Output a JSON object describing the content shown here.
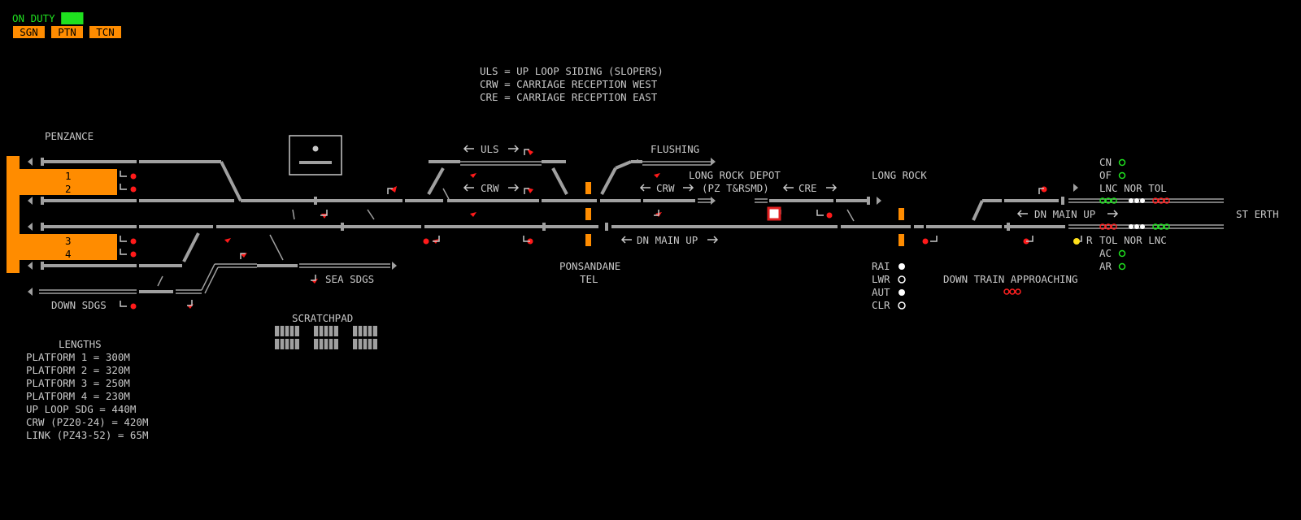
{
  "status": {
    "on_duty": "ON DUTY"
  },
  "buttons": [
    {
      "label": "SGN"
    },
    {
      "label": "PTN"
    },
    {
      "label": "TCN"
    }
  ],
  "key": [
    "ULS = UP LOOP SIDING (SLOPERS)",
    "CRW = CARRIAGE RECEPTION WEST",
    "CRE = CARRIAGE RECEPTION EAST"
  ],
  "locations": {
    "penzance": "PENZANCE",
    "platforms": [
      "1",
      "2",
      "3",
      "4"
    ],
    "uls": "ULS",
    "crw_1": "CRW",
    "crw_2": "CRW",
    "cre": "CRE",
    "flushing": "FLUSHING",
    "depot_1": "LONG ROCK DEPOT",
    "depot_2": "(PZ T&RSMD)",
    "long_rock": "LONG ROCK",
    "dn_main_up_1": "DN MAIN UP",
    "dn_main_up_2": "DN MAIN UP",
    "st_erth": "ST ERTH",
    "sea_sdgs": "SEA SDGS",
    "down_sdgs": "DOWN SDGS",
    "ponsandane_1": "PONSANDANE",
    "ponsandane_2": "TEL",
    "scratchpad": "SCRATCHPAD",
    "down_train": "DOWN TRAIN APPROACHING"
  },
  "indicators_left": [
    {
      "label": "RAI",
      "state": "filled"
    },
    {
      "label": "LWR",
      "state": "hollow"
    },
    {
      "label": "AUT",
      "state": "filled"
    },
    {
      "label": "CLR",
      "state": "hollow"
    }
  ],
  "indicators_right": {
    "cn": "CN",
    "of": "OF",
    "ac": "AC",
    "ar": "AR",
    "top_header": "LNC NOR TOL",
    "bottom_header": "TOL NOR LNC",
    "r": "R"
  },
  "lengths": {
    "title": "LENGTHS",
    "items": [
      "PLATFORM 1 = 300M",
      "PLATFORM 2 = 320M",
      "PLATFORM 3 = 250M",
      "PLATFORM 4 = 230M",
      "UP LOOP SDG = 440M",
      "CRW (PZ20-24) = 420M",
      "LINK (PZ43-52) = 65M"
    ]
  },
  "colors": {
    "background": "#000000",
    "track": "#a0a0a0",
    "platform": "#ff8c00",
    "signal_red": "#ff0000",
    "on_duty": "#1fe01f",
    "text": "#c8c8c8"
  }
}
